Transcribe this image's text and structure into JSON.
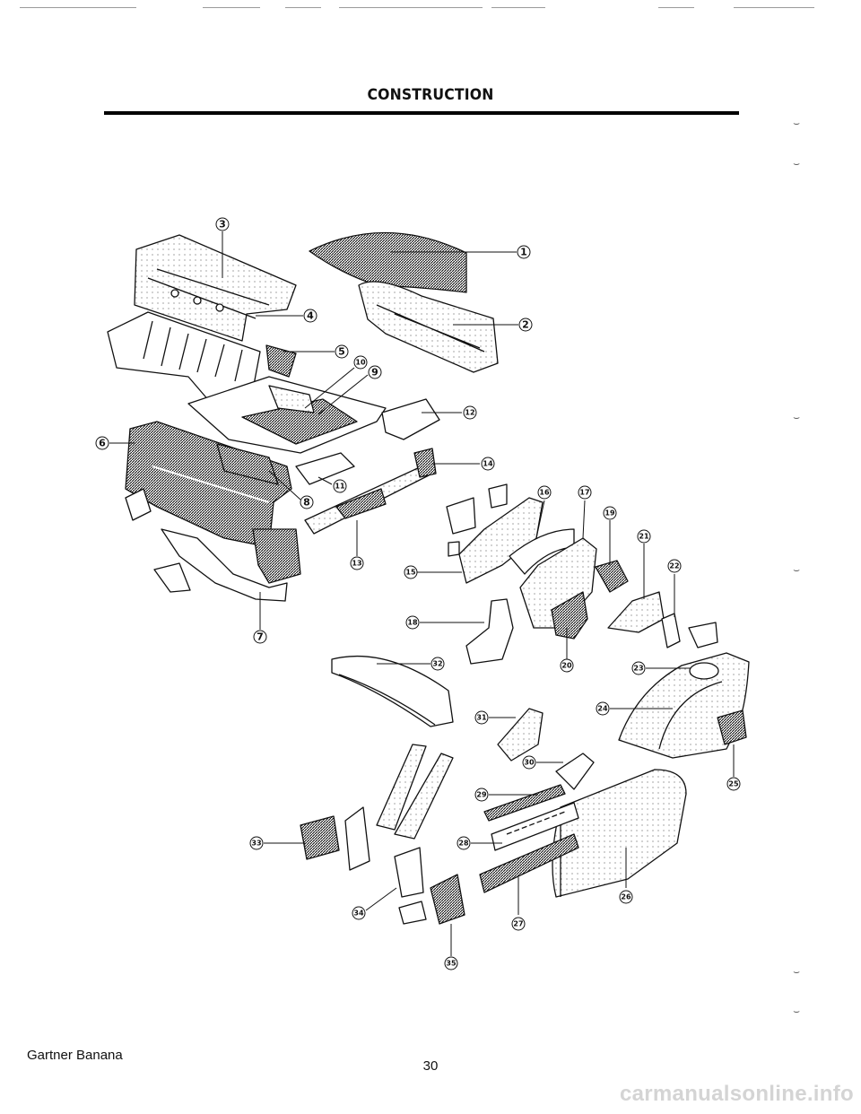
{
  "page": {
    "heading": "CONSTRUCTION",
    "footer_left": "Gartner Banana",
    "page_number": "30",
    "watermark": "carmanualsonline.info"
  },
  "callouts": [
    "1",
    "2",
    "3",
    "4",
    "5",
    "6",
    "7",
    "8",
    "9",
    "10",
    "11",
    "12",
    "13",
    "14",
    "15",
    "16",
    "17",
    "18",
    "19",
    "20",
    "21",
    "22",
    "23",
    "24",
    "25",
    "26",
    "27",
    "28",
    "29",
    "30",
    "31",
    "32",
    "33",
    "34",
    "35"
  ]
}
